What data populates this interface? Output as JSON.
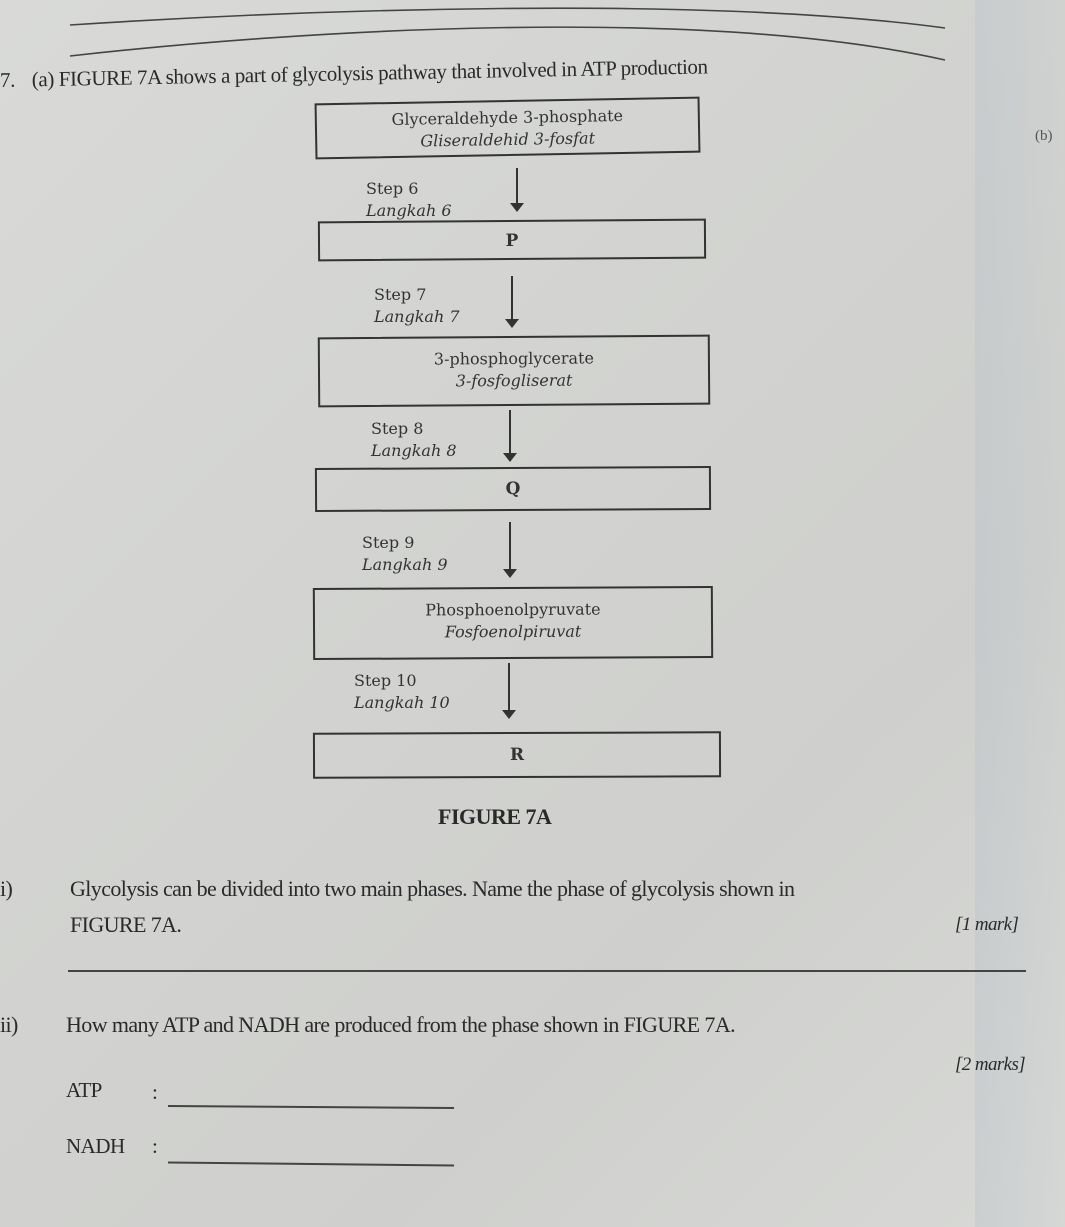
{
  "question": {
    "number": "7.",
    "part": "(a)",
    "intro": "FIGURE 7A shows a part of glycolysis pathway that involved in ATP production",
    "margin_note": "(b)"
  },
  "figure": {
    "caption": "FIGURE 7A",
    "boxes": [
      {
        "en": "Glyceraldehyde 3-phosphate",
        "my": "Gliseraldehid 3-fosfat"
      },
      {
        "letter": "P"
      },
      {
        "en": "3-phosphoglycerate",
        "my": "3-fosfogliserat"
      },
      {
        "letter": "Q"
      },
      {
        "en": "Phosphoenolpyruvate",
        "my": "Fosfoenolpiruvat"
      },
      {
        "letter": "R"
      }
    ],
    "steps": [
      {
        "en": "Step 6",
        "my": "Langkah 6"
      },
      {
        "en": "Step 7",
        "my": "Langkah 7"
      },
      {
        "en": "Step 8",
        "my": "Langkah 8"
      },
      {
        "en": "Step 9",
        "my": "Langkah 9"
      },
      {
        "en": "Step 10",
        "my": "Langkah 10"
      }
    ]
  },
  "subquestions": [
    {
      "label": "i)",
      "text_line1": "Glycolysis can be divided into two main phases. Name the phase of glycolysis shown in",
      "text_line2": "FIGURE 7A.",
      "marks": "[1 mark]"
    },
    {
      "label": "ii)",
      "text": "How many ATP and NADH are produced from the phase shown in FIGURE 7A.",
      "marks": "[2 marks]",
      "answers": [
        {
          "label": "ATP",
          "sep": ":",
          "value": ""
        },
        {
          "label": "NADH",
          "sep": ":",
          "value": ""
        }
      ]
    }
  ]
}
